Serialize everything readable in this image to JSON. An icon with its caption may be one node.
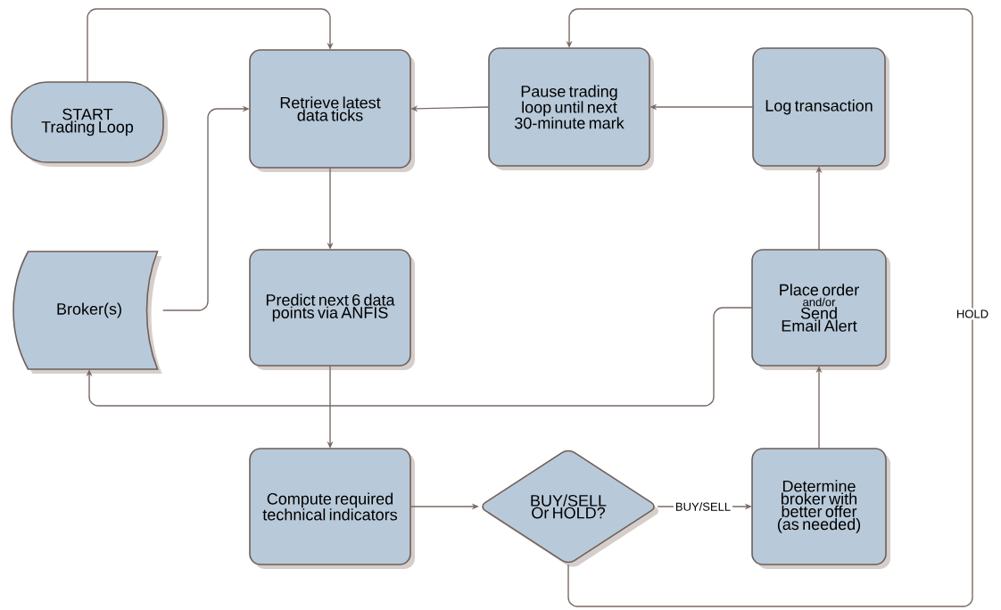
{
  "diagram": {
    "nodes": [
      {
        "text": [
          "START Trading Loop"
        ]
      },
      {
        "text": [
          "Retrieve latest data ticks"
        ]
      },
      {
        "text": [
          "Pause trading loop until next 30-minute mark"
        ]
      },
      {
        "text": [
          "Log transaction"
        ]
      },
      {
        "text": [
          "Broker(s)"
        ]
      },
      {
        "text": [
          "Predict next 6 data points via ANFIS"
        ]
      },
      {
        "text": [
          "Place order",
          "and/or",
          "Send Email Alert"
        ]
      },
      {
        "text": [
          "Compute required technical indicators"
        ]
      },
      {
        "text": [
          "BUY/SELL Or HOLD?"
        ]
      },
      {
        "text": [
          "Determine broker with better offer (as needed)"
        ]
      }
    ],
    "edges": [
      {
        "from": 0,
        "to": 1,
        "arrow": "to"
      },
      {
        "from": 4,
        "to": 1,
        "arrow": "to"
      },
      {
        "from": 2,
        "to": 1,
        "arrow": "to"
      },
      {
        "from": 3,
        "to": 2,
        "arrow": "to"
      },
      {
        "from": 1,
        "to": 5,
        "arrow": "to"
      },
      {
        "from": 5,
        "to": 7,
        "arrow": "to"
      },
      {
        "from": 6,
        "to": 4,
        "arrow": "to"
      },
      {
        "from": 7,
        "to": 8,
        "arrow": "to"
      },
      {
        "from": 8,
        "to": 9,
        "arrow": "to",
        "label": "BUY/SELL"
      },
      {
        "from": 9,
        "to": 6,
        "arrow": "to"
      },
      {
        "from": 6,
        "to": 3,
        "arrow": "to"
      },
      {
        "from": 8,
        "to": 2,
        "arrow": "to",
        "label": "HOLD"
      }
    ]
  }
}
